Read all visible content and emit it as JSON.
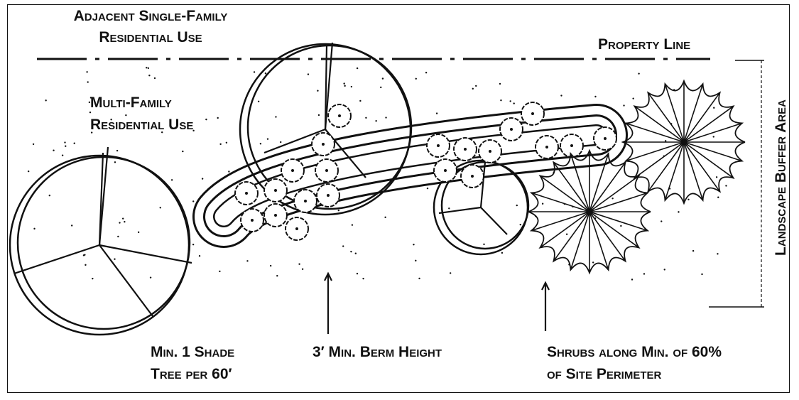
{
  "labels": {
    "adjacent_line1": "Adjacent Single-Family",
    "adjacent_line2": "Residential Use",
    "property_line": "Property Line",
    "multi_line1": "Multi-Family",
    "multi_line2": "Residential Use",
    "buffer_area": "Landscape Buffer Area",
    "shade_line1": "Min. 1 Shade",
    "shade_line2": "Tree per 60′",
    "berm": "3′ Min. Berm Height",
    "shrubs_line1": "Shrubs along Min. of 60%",
    "shrubs_line2": "of Site Perimeter"
  },
  "colors": {
    "ink": "#111111",
    "paper": "#ffffff"
  }
}
